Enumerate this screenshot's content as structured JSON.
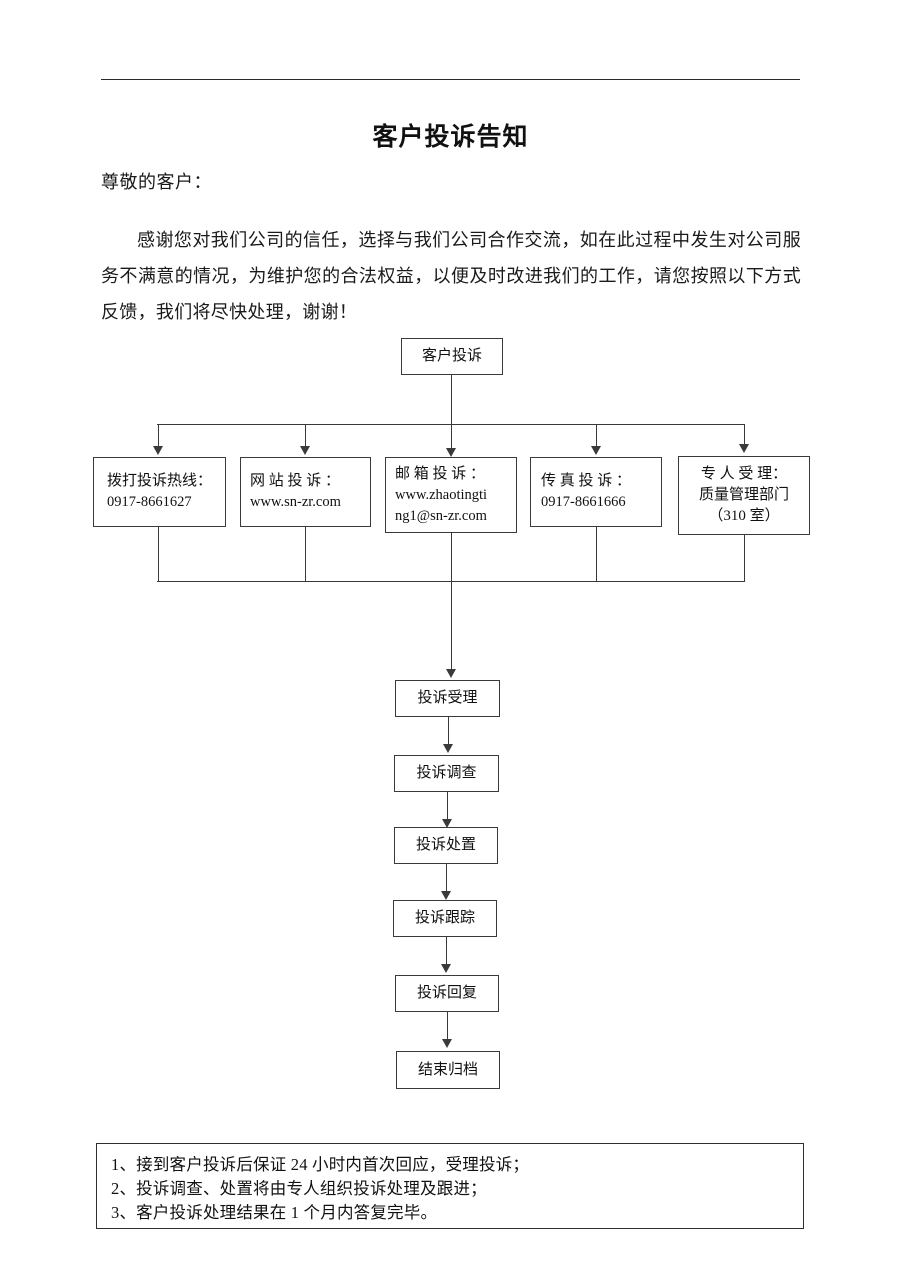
{
  "document": {
    "title": "客户投诉告知",
    "salutation": "尊敬的客户：",
    "paragraph": "感谢您对我们公司的信任，选择与我们公司合作交流，如在此过程中发生对公司服务不满意的情况，为维护您的合法权益，以便及时改进我们的工作，请您按照以下方式反馈，我们将尽快处理，谢谢！"
  },
  "flowchart": {
    "start": {
      "label": "客户投诉"
    },
    "channels": [
      {
        "line1": "拨打投诉热线：",
        "line2": "0917-8661627",
        "line3": ""
      },
      {
        "line1": "网 站 投 诉 ：",
        "line2": "www.sn-zr.com",
        "line3": ""
      },
      {
        "line1": "邮 箱 投 诉 ：",
        "line2": "www.zhaotingti",
        "line3": "ng1@sn-zr.com"
      },
      {
        "line1": "传 真 投 诉 ：",
        "line2": "0917-8661666",
        "line3": ""
      },
      {
        "line1": "专 人 受 理：",
        "line2": "质量管理部门",
        "line3": "（310 室）"
      }
    ],
    "steps": [
      {
        "label": "投诉受理"
      },
      {
        "label": "投诉调查"
      },
      {
        "label": "投诉处置"
      },
      {
        "label": "投诉跟踪"
      },
      {
        "label": "投诉回复"
      },
      {
        "label": "结束归档"
      }
    ]
  },
  "notes": {
    "items": [
      "1、接到客户投诉后保证 24 小时内首次回应，受理投诉；",
      "2、投诉调查、处置将由专人组织投诉处理及跟进；",
      "3、客户投诉处理结果在 1 个月内答复完毕。"
    ]
  },
  "colors": {
    "ink": "#111111",
    "rule": "#2b2b2b",
    "box_border": "#3a3a3a",
    "page_background": "#ffffff"
  }
}
